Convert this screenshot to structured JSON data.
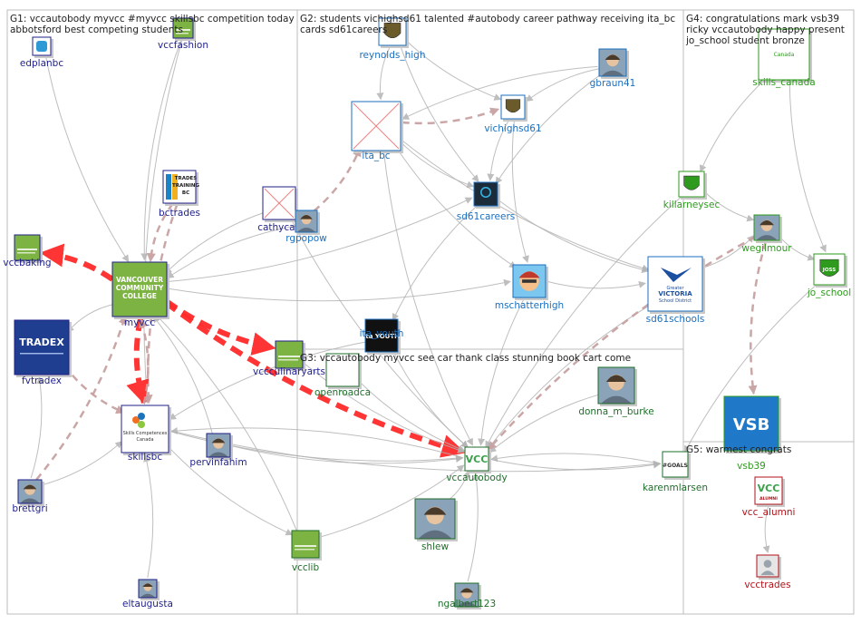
{
  "colors": {
    "g1": "#1f1f8a",
    "g2": "#1b6fbf",
    "g3": "#1f6e2a",
    "g4": "#2e9a1e",
    "g5": "#b01218",
    "edge_gray": "#b3b3b3",
    "edge_pink": "#c9a2a2",
    "edge_red": "#ff2a2a",
    "panel_border": "#bdbdbd"
  },
  "groups": [
    {
      "id": "G1",
      "lines": [
        "G1: vccautobody myvcc #myvcc skillsbc competition today",
        "abbotsford best competing students"
      ]
    },
    {
      "id": "G2",
      "lines": [
        "G2: students vichighsd61 talented #autobody career pathway receiving ita_bc",
        "cards sd61careers"
      ]
    },
    {
      "id": "G3",
      "lines": [
        "G3: vccautobody myvcc see car thank class stunning book cart come"
      ]
    },
    {
      "id": "G4",
      "lines": [
        "G4: congratulations mark vsb39",
        "ricky vccautobody happy present",
        "jo_school student bronze"
      ]
    },
    {
      "id": "G5",
      "lines": [
        "G5: warmest congrats"
      ]
    }
  ],
  "nodes": [
    {
      "id": "edplanbc",
      "label": "edplanbc",
      "group": "g1",
      "icon": "edplan-logo-icon"
    },
    {
      "id": "vccfashion",
      "label": "vccfashion",
      "group": "g1",
      "icon": "vcc-green-logo-icon"
    },
    {
      "id": "bctrades",
      "label": "bctrades",
      "group": "g1",
      "icon": "trades-training-bc-logo-icon",
      "logo_text": [
        "TRADES",
        "TRAINING",
        "BC"
      ]
    },
    {
      "id": "cathycav",
      "label": "cathycav",
      "group": "g1",
      "icon": "missing-image-icon"
    },
    {
      "id": "vccbaking",
      "label": "vccbaking",
      "group": "g1",
      "icon": "vcc-green-logo-icon"
    },
    {
      "id": "myvcc",
      "label": "myvcc",
      "group": "g1",
      "icon": "vcc-logo-icon",
      "logo_text": [
        "VANCOUVER",
        "COMMUNITY",
        "COLLEGE"
      ]
    },
    {
      "id": "fvtradex",
      "label": "fvtradex",
      "group": "g1",
      "icon": "tradex-logo-icon",
      "logo_text": [
        "TRADEX"
      ]
    },
    {
      "id": "vccculinaryarts",
      "label": "vccculinaryarts",
      "group": "g1",
      "icon": "vcc-green-logo-icon"
    },
    {
      "id": "skillsbc",
      "label": "skillsbc",
      "group": "g1",
      "icon": "skills-competences-logo-icon",
      "logo_text": [
        "Skills Competences",
        "Canada"
      ]
    },
    {
      "id": "pervinfahim",
      "label": "pervinfahim",
      "group": "g1",
      "icon": "user-photo-icon"
    },
    {
      "id": "brettgri",
      "label": "brettgri",
      "group": "g1",
      "icon": "user-photo-icon"
    },
    {
      "id": "eltaugusta",
      "label": "eltaugusta",
      "group": "g1",
      "icon": "user-photo-icon"
    },
    {
      "id": "reynolds_high",
      "label": "reynolds_high",
      "group": "g2",
      "icon": "school-crest-icon"
    },
    {
      "id": "gbraun41",
      "label": "gbraun41",
      "group": "g2",
      "icon": "user-photo-icon"
    },
    {
      "id": "vichighsd61",
      "label": "vichighsd61",
      "group": "g2",
      "icon": "school-crest-icon"
    },
    {
      "id": "ita_bc",
      "label": "ita_bc",
      "group": "g2",
      "icon": "missing-image-icon"
    },
    {
      "id": "sd61careers",
      "label": "sd61careers",
      "group": "g2",
      "icon": "dark-logo-icon"
    },
    {
      "id": "rgpopow",
      "label": "rgpopow",
      "group": "g2",
      "icon": "user-photo-icon"
    },
    {
      "id": "mschatterhigh",
      "label": "mschatterhigh",
      "group": "g2",
      "icon": "avatar-cartoon-icon"
    },
    {
      "id": "sd61schools",
      "label": "sd61schools",
      "group": "g2",
      "icon": "greater-victoria-logo-icon",
      "logo_text": [
        "Greater",
        "VICTORIA",
        "School District"
      ]
    },
    {
      "id": "ita_youth",
      "label": "ita_youth",
      "group": "g2",
      "icon": "ita-youth-logo-icon",
      "logo_text": [
        "ita YOUTH"
      ]
    },
    {
      "id": "openroadca",
      "label": "openroadca",
      "group": "g3",
      "icon": "blank-logo-icon"
    },
    {
      "id": "donna_m_burke",
      "label": "donna_m_burke",
      "group": "g3",
      "icon": "user-photo-icon"
    },
    {
      "id": "vccautobody",
      "label": "vccautobody",
      "group": "g3",
      "icon": "vcc-letters-logo-icon",
      "logo_text": [
        "VCC"
      ]
    },
    {
      "id": "karenmlarsen",
      "label": "karenmlarsen",
      "group": "g3",
      "icon": "goals-logo-icon",
      "logo_text": [
        "#GOALS"
      ]
    },
    {
      "id": "shlew",
      "label": "shlew",
      "group": "g3",
      "icon": "user-photo-icon"
    },
    {
      "id": "vcclib",
      "label": "vcclib",
      "group": "g3",
      "icon": "vcc-green-logo-icon"
    },
    {
      "id": "ngalbert123",
      "label": "ngalbert123",
      "group": "g3",
      "icon": "user-photo-icon"
    },
    {
      "id": "skills_canada",
      "label": "skills_canada",
      "group": "g4",
      "icon": "skills-canada-logo-icon",
      "logo_text": [
        "Canada"
      ]
    },
    {
      "id": "killarneysec",
      "label": "killarneysec",
      "group": "g4",
      "icon": "school-crest-icon"
    },
    {
      "id": "wegilmour",
      "label": "wegilmour",
      "group": "g4",
      "icon": "user-photo-icon"
    },
    {
      "id": "jo_school",
      "label": "jo_school",
      "group": "g4",
      "icon": "school-crest-icon",
      "logo_text": [
        "JOSS"
      ]
    },
    {
      "id": "vsb39",
      "label": "vsb39",
      "group": "g4",
      "icon": "vsb-logo-icon",
      "logo_text": [
        "VSB"
      ]
    },
    {
      "id": "vcc_alumni",
      "label": "vcc_alumni",
      "group": "g5",
      "icon": "vcc-letters-logo-icon",
      "logo_text": [
        "VCC",
        "ALUMNI"
      ]
    },
    {
      "id": "vcctrades",
      "label": "vcctrades",
      "group": "g5",
      "icon": "default-user-icon"
    }
  ],
  "edges": [
    {
      "source": "edplanbc",
      "target": "myvcc",
      "style": "gray"
    },
    {
      "source": "vccfashion",
      "target": "myvcc",
      "style": "gray"
    },
    {
      "source": "vccfashion",
      "target": "skillsbc",
      "style": "gray"
    },
    {
      "source": "bctrades",
      "target": "myvcc",
      "style": "pink"
    },
    {
      "source": "bctrades",
      "target": "skillsbc",
      "style": "pink"
    },
    {
      "source": "cathycav",
      "target": "myvcc",
      "style": "gray"
    },
    {
      "source": "cathycav",
      "target": "vccautobody",
      "style": "gray"
    },
    {
      "source": "rgpopow",
      "target": "ita_bc",
      "style": "pink"
    },
    {
      "source": "rgpopow",
      "target": "myvcc",
      "style": "gray"
    },
    {
      "source": "myvcc",
      "target": "vccbaking",
      "style": "red"
    },
    {
      "source": "myvcc",
      "target": "vccculinaryarts",
      "style": "red"
    },
    {
      "source": "myvcc",
      "target": "vccautobody",
      "style": "red"
    },
    {
      "source": "myvcc",
      "target": "skillsbc",
      "style": "red"
    },
    {
      "source": "myvcc",
      "target": "fvtradex",
      "style": "gray"
    },
    {
      "source": "skillsbc",
      "target": "myvcc",
      "style": "pink"
    },
    {
      "source": "brettgri",
      "target": "myvcc",
      "style": "pink"
    },
    {
      "source": "brettgri",
      "target": "skillsbc",
      "style": "gray"
    },
    {
      "source": "brettgri",
      "target": "fvtradex",
      "style": "gray"
    },
    {
      "source": "fvtradex",
      "target": "skillsbc",
      "style": "pink"
    },
    {
      "source": "skillsbc",
      "target": "vccautobody",
      "style": "gray"
    },
    {
      "source": "skillsbc",
      "target": "vcclib",
      "style": "gray"
    },
    {
      "source": "skillsbc",
      "target": "karenmlarsen",
      "style": "gray"
    },
    {
      "source": "pervinfahim",
      "target": "myvcc",
      "style": "gray"
    },
    {
      "source": "pervinfahim",
      "target": "vccautobody",
      "style": "gray"
    },
    {
      "source": "eltaugusta",
      "target": "skillsbc",
      "style": "gray"
    },
    {
      "source": "vccculinaryarts",
      "target": "vccautobody",
      "style": "gray"
    },
    {
      "source": "vcclib",
      "target": "myvcc",
      "style": "gray"
    },
    {
      "source": "vcclib",
      "target": "vccautobody",
      "style": "gray"
    },
    {
      "source": "ita_bc",
      "target": "vichighsd61",
      "style": "pink"
    },
    {
      "source": "ita_bc",
      "target": "sd61careers",
      "style": "gray"
    },
    {
      "source": "ita_bc",
      "target": "sd61schools",
      "style": "gray"
    },
    {
      "source": "ita_bc",
      "target": "mschatterhigh",
      "style": "gray"
    },
    {
      "source": "reynolds_high",
      "target": "ita_bc",
      "style": "gray"
    },
    {
      "source": "reynolds_high",
      "target": "vichighsd61",
      "style": "gray"
    },
    {
      "source": "reynolds_high",
      "target": "sd61careers",
      "style": "gray"
    },
    {
      "source": "gbraun41",
      "target": "vichighsd61",
      "style": "gray"
    },
    {
      "source": "gbraun41",
      "target": "sd61careers",
      "style": "gray"
    },
    {
      "source": "gbraun41",
      "target": "ita_bc",
      "style": "gray"
    },
    {
      "source": "vichighsd61",
      "target": "sd61careers",
      "style": "gray"
    },
    {
      "source": "vichighsd61",
      "target": "mschatterhigh",
      "style": "gray"
    },
    {
      "source": "sd61careers",
      "target": "sd61schools",
      "style": "gray"
    },
    {
      "source": "sd61careers",
      "target": "ita_youth",
      "style": "gray"
    },
    {
      "source": "mschatterhigh",
      "target": "sd61schools",
      "style": "gray"
    },
    {
      "source": "mschatterhigh",
      "target": "vccautobody",
      "style": "gray"
    },
    {
      "source": "sd61schools",
      "target": "vccautobody",
      "style": "gray"
    },
    {
      "source": "sd61schools",
      "target": "wegilmour",
      "style": "gray"
    },
    {
      "source": "ita_youth",
      "target": "vccautobody",
      "style": "gray"
    },
    {
      "source": "ita_youth",
      "target": "skillsbc",
      "style": "gray"
    },
    {
      "source": "donna_m_burke",
      "target": "vccautobody",
      "style": "gray"
    },
    {
      "source": "openroadca",
      "target": "vccautobody",
      "style": "gray"
    },
    {
      "source": "shlew",
      "target": "vccautobody",
      "style": "gray"
    },
    {
      "source": "ngalbert123",
      "target": "vccautobody",
      "style": "gray"
    },
    {
      "source": "karenmlarsen",
      "target": "vccautobody",
      "style": "gray"
    },
    {
      "source": "vccautobody",
      "target": "karenmlarsen",
      "style": "gray"
    },
    {
      "source": "wegilmour",
      "target": "vccautobody",
      "style": "pink"
    },
    {
      "source": "wegilmour",
      "target": "vsb39",
      "style": "pink"
    },
    {
      "source": "wegilmour",
      "target": "jo_school",
      "style": "gray"
    },
    {
      "source": "killarneysec",
      "target": "wegilmour",
      "style": "gray"
    },
    {
      "source": "killarneysec",
      "target": "vccautobody",
      "style": "gray"
    },
    {
      "source": "skills_canada",
      "target": "killarneysec",
      "style": "gray"
    },
    {
      "source": "skills_canada",
      "target": "jo_school",
      "style": "gray"
    },
    {
      "source": "jo_school",
      "target": "karenmlarsen",
      "style": "gray"
    },
    {
      "source": "vcc_alumni",
      "target": "vcctrades",
      "style": "gray"
    },
    {
      "source": "vccautobody",
      "target": "skillsbc",
      "style": "gray"
    },
    {
      "source": "myvcc",
      "target": "sd61careers",
      "style": "gray"
    },
    {
      "source": "myvcc",
      "target": "mschatterhigh",
      "style": "gray"
    },
    {
      "source": "ita_bc",
      "target": "vccautobody",
      "style": "gray"
    }
  ]
}
